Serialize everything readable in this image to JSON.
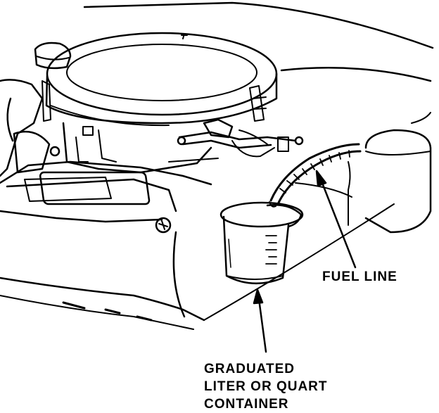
{
  "labels": {
    "fuel_line": "FUEL LINE",
    "container": [
      "GRADUATED",
      "LITER OR QUART",
      "CONTAINER"
    ]
  },
  "colors": {
    "ink": "#000000",
    "paper": "#ffffff"
  }
}
